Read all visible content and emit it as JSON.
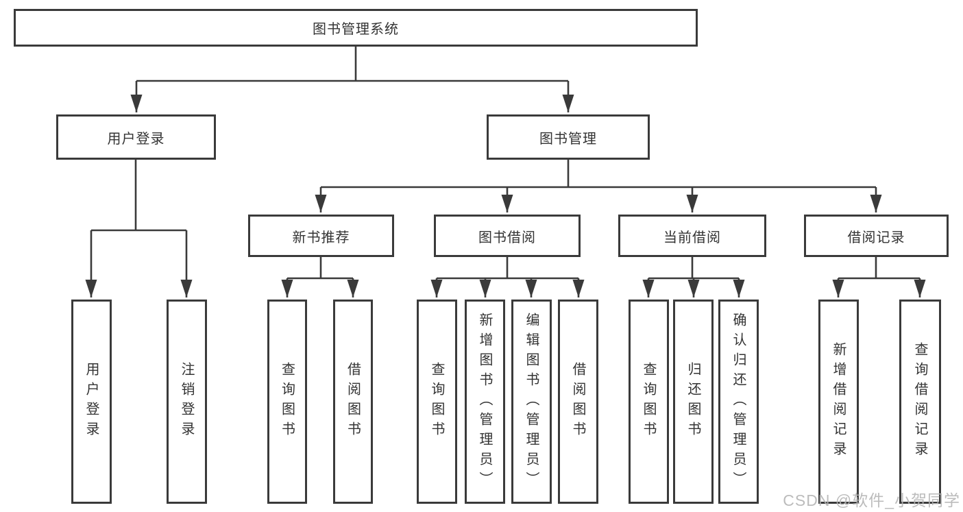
{
  "diagram": {
    "title": "图书管理系统",
    "branches": [
      {
        "label": "用户登录",
        "children": [
          "用户登录",
          "注销登录"
        ]
      },
      {
        "label": "图书管理",
        "groups": [
          {
            "label": "新书推荐",
            "children": [
              "查询图书",
              "借阅图书"
            ]
          },
          {
            "label": "图书借阅",
            "children": [
              "查询图书",
              "新增图书（管理员）",
              "编辑图书（管理员）",
              "借阅图书"
            ]
          },
          {
            "label": "当前借阅",
            "children": [
              "查询图书",
              "归还图书",
              "确认归还（管理员）"
            ]
          },
          {
            "label": "借阅记录",
            "children": [
              "新增借阅记录",
              "查询借阅记录"
            ]
          }
        ]
      }
    ]
  },
  "watermark": {
    "text": "CSDN @软件_小贺同学"
  },
  "colors": {
    "line": "#3a3a3a",
    "text": "#333333",
    "watermark": "#b5b5b5",
    "background": "#ffffff"
  }
}
